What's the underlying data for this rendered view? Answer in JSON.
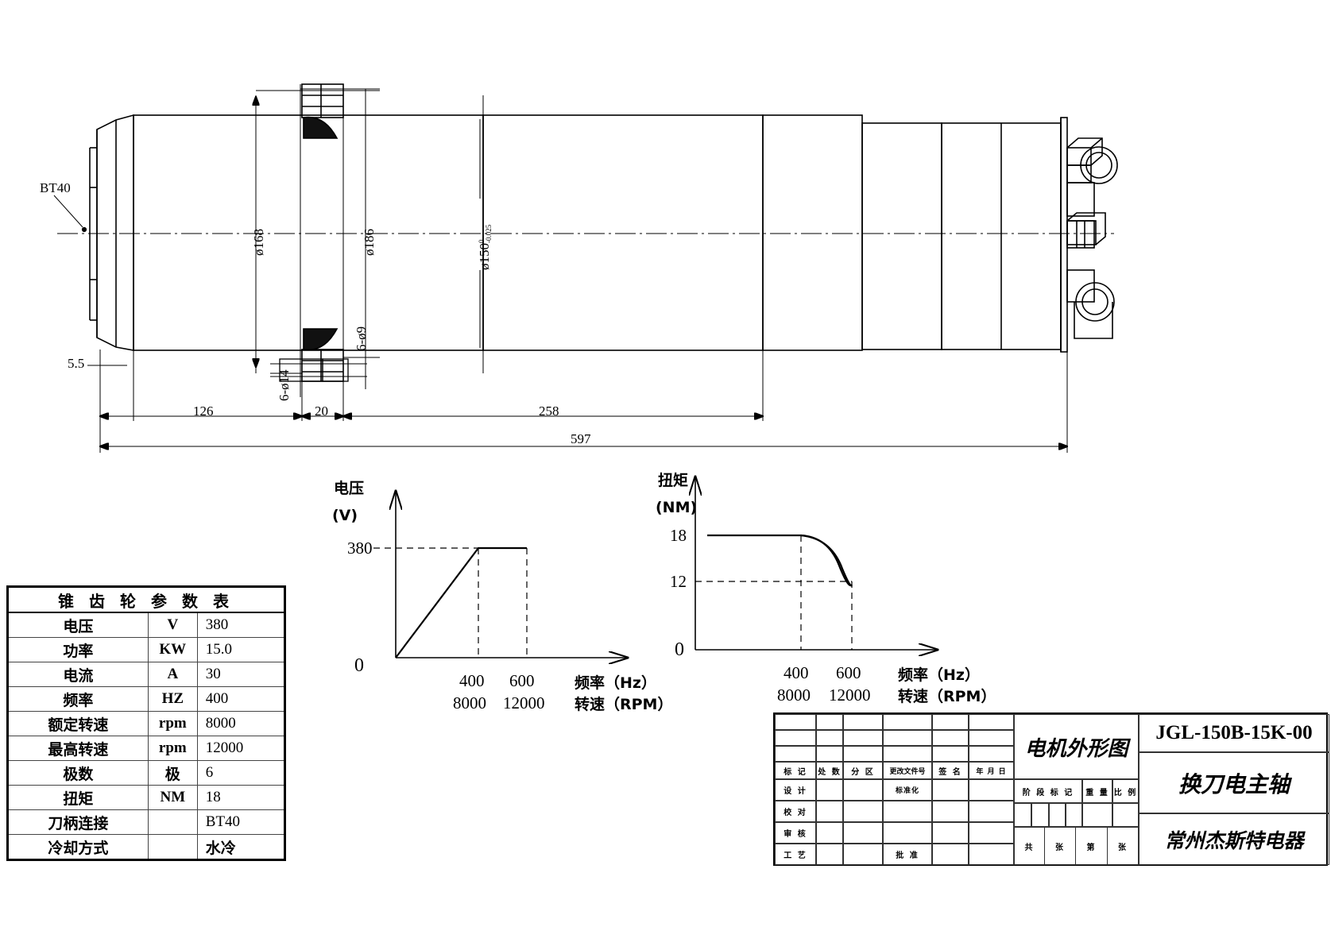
{
  "document": {
    "type": "mechanical-engineering-drawing",
    "sheet_title": "电机外形图",
    "drawing_number": "JGL-150B-15K-00",
    "product_name": "换刀电主轴",
    "company": "常州杰斯特电器"
  },
  "drawing": {
    "labels": {
      "taper": "BT40",
      "d168": "ø168",
      "d186": "ø186",
      "d150": "ø150",
      "d150_tol_upper": "0",
      "d150_tol_lower": "-0.025",
      "holes_9": "6-ø9",
      "holes_14": "6-ø14",
      "dim_5_5": "5.5",
      "dim_126": "126",
      "dim_20": "20",
      "dim_258": "258",
      "dim_597": "597"
    }
  },
  "param_table": {
    "title": "锥 齿 轮 参 数 表",
    "rows": [
      {
        "name": "电压",
        "unit": "V",
        "value": "380"
      },
      {
        "name": "功率",
        "unit": "KW",
        "value": "15.0"
      },
      {
        "name": "电流",
        "unit": "A",
        "value": "30"
      },
      {
        "name": "频率",
        "unit": "HZ",
        "value": "400"
      },
      {
        "name": "额定转速",
        "unit": "rpm",
        "value": "8000"
      },
      {
        "name": "最高转速",
        "unit": "rpm",
        "value": "12000"
      },
      {
        "name": "极数",
        "unit": "极",
        "value": "6"
      },
      {
        "name": "扭矩",
        "unit": "NM",
        "value": "18"
      },
      {
        "name": "刀柄连接",
        "unit": "",
        "value": "BT40"
      },
      {
        "name": "冷却方式",
        "unit": "",
        "value": "水冷"
      }
    ]
  },
  "chart_data": [
    {
      "type": "line",
      "id": "voltage-curve",
      "title": "电压",
      "ylabel": "电压",
      "yunit": "(V)",
      "xlabel_freq": "频率（Hz）",
      "xlabel_speed": "转速（RPM）",
      "origin_label": "0",
      "ytick_labels": [
        "380"
      ],
      "ylim": [
        0,
        430
      ],
      "xticks_freq": [
        "400",
        "600"
      ],
      "xticks_speed": [
        "8000",
        "12000"
      ],
      "x": [
        0,
        400,
        600
      ],
      "values": [
        0,
        380,
        380
      ],
      "grid": false,
      "legend": "none",
      "annotations": [
        "dashed leader at 380 V",
        "dashed verticals at 400 Hz and 600 Hz"
      ]
    },
    {
      "type": "line",
      "id": "torque-curve",
      "title": "扭矩",
      "ylabel": "扭矩",
      "yunit": "(NM)",
      "xlabel_freq": "频率（Hz）",
      "xlabel_speed": "转速（RPM）",
      "origin_label": "0",
      "ytick_labels": [
        "18",
        "12"
      ],
      "ylim": [
        0,
        21
      ],
      "xticks_freq": [
        "400",
        "600"
      ],
      "xticks_speed": [
        "8000",
        "12000"
      ],
      "x": [
        0,
        400,
        600
      ],
      "values": [
        18,
        18,
        12
      ],
      "grid": false,
      "legend": "none",
      "annotations": [
        "constant torque 18 NM up to 400 Hz",
        "falls along curve to 12 NM at 600 Hz"
      ]
    }
  ],
  "title_block": {
    "revision_headers": [
      "标 记",
      "处 数",
      "分  区",
      "更改文件号",
      "签 名",
      "年 月 日"
    ],
    "signoff_rows": [
      {
        "role": "设 计",
        "extra": "标准化"
      },
      {
        "role": "校 对",
        "extra": ""
      },
      {
        "role": "审 核",
        "extra": ""
      },
      {
        "role": "工 艺",
        "extra": "批 准"
      }
    ],
    "stage_headers": [
      "阶 段 标 记",
      "重 量",
      "比 例"
    ],
    "sheet_count": [
      "共",
      "张",
      "第",
      "张"
    ]
  }
}
